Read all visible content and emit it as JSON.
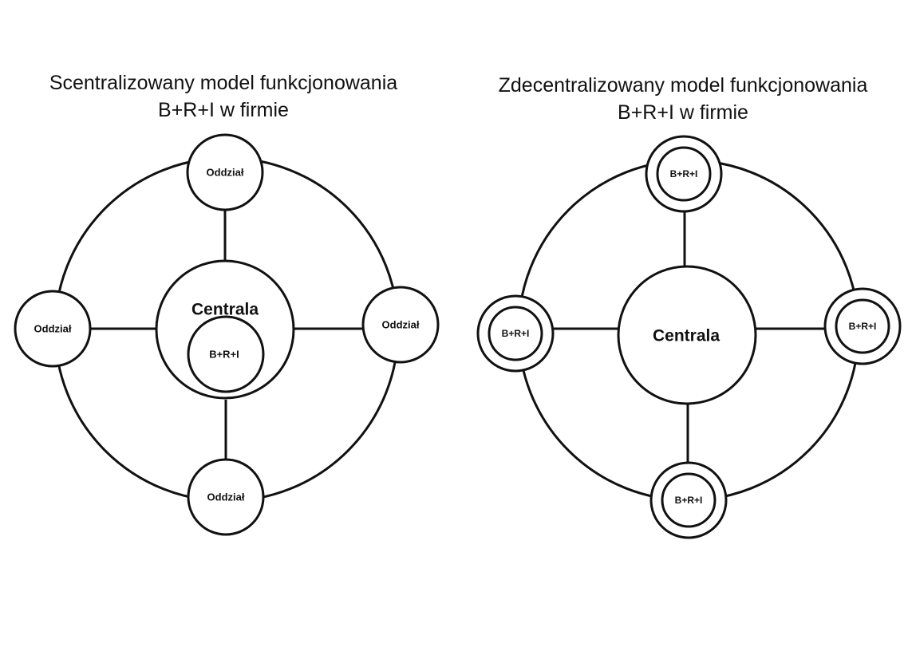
{
  "left_diagram": {
    "title_line1": "Scentralizowany model funkcjonowania",
    "title_line2": "B+R+I w firmie",
    "center_label": "Centrala",
    "center_inner_label": "B+R+I",
    "branches": [
      {
        "position": "top",
        "label": "Oddział"
      },
      {
        "position": "left",
        "label": "Oddział"
      },
      {
        "position": "right",
        "label": "Oddział"
      },
      {
        "position": "bottom",
        "label": "Oddział"
      }
    ]
  },
  "right_diagram": {
    "title_line1": "Zdecentralizowany model funkcjonowania",
    "title_line2": "B+R+I w firmie",
    "center_label": "Centrala",
    "branches": [
      {
        "position": "top",
        "label": "B+R+I"
      },
      {
        "position": "left",
        "label": "B+R+I"
      },
      {
        "position": "right",
        "label": "B+R+I"
      },
      {
        "position": "bottom",
        "label": "B+R+I"
      }
    ]
  },
  "colors": {
    "stroke": "#111111",
    "background": "#ffffff"
  }
}
